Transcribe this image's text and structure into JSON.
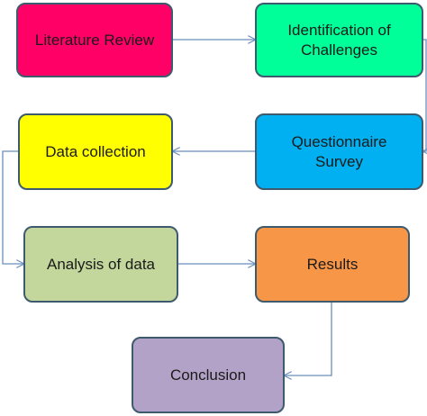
{
  "flowchart": {
    "boxes": [
      {
        "id": "b-lit",
        "label": "Literature Review",
        "fill": "#ff0066"
      },
      {
        "id": "b-idc",
        "label": "Identification of\nChallenges",
        "fill": "#00ff99"
      },
      {
        "id": "b-dc",
        "label": "Data collection",
        "fill": "#ffff00"
      },
      {
        "id": "b-qs",
        "label": "Questionnaire\nSurvey",
        "fill": "#00b0f0"
      },
      {
        "id": "b-ad",
        "label": "Analysis of data",
        "fill": "#c3d69b"
      },
      {
        "id": "b-res",
        "label": "Results",
        "fill": "#f79646"
      },
      {
        "id": "b-con",
        "label": "Conclusion",
        "fill": "#b3a2c7"
      }
    ],
    "connector_color": "#6a8fbd",
    "edges": [
      [
        "Literature Review",
        "Identification of Challenges"
      ],
      [
        "Identification of Challenges",
        "Questionnaire Survey"
      ],
      [
        "Questionnaire Survey",
        "Data collection"
      ],
      [
        "Data collection",
        "Analysis of data"
      ],
      [
        "Analysis of data",
        "Results"
      ],
      [
        "Results",
        "Conclusion"
      ]
    ]
  }
}
